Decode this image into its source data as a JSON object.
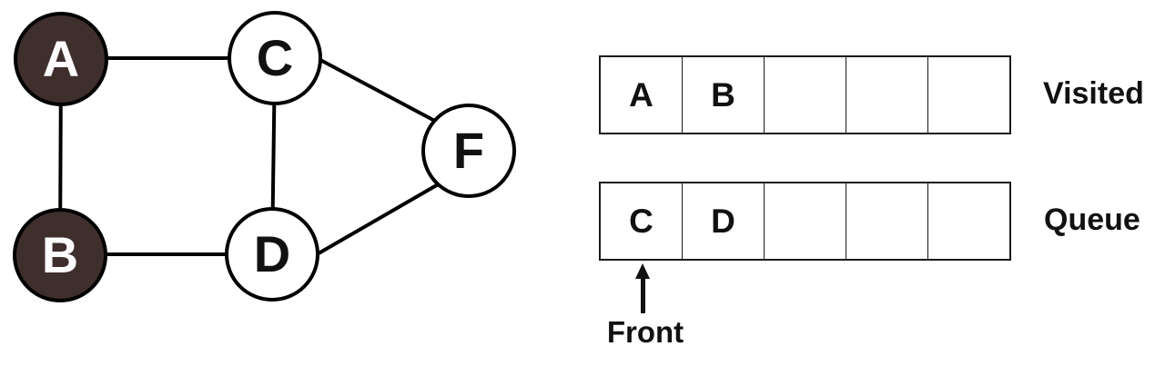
{
  "graph": {
    "nodes": [
      {
        "id": "A",
        "label": "A",
        "state": "visited"
      },
      {
        "id": "B",
        "label": "B",
        "state": "visited"
      },
      {
        "id": "C",
        "label": "C",
        "state": "unvisited"
      },
      {
        "id": "D",
        "label": "D",
        "state": "unvisited"
      },
      {
        "id": "F",
        "label": "F",
        "state": "unvisited"
      }
    ],
    "edges": [
      "A-C",
      "A-B",
      "B-D",
      "C-D",
      "C-F",
      "D-F"
    ],
    "colors": {
      "visited_fill": "#3E2F2D",
      "visited_text": "#FCFCFC",
      "unvisited_fill": "#FFFFFF",
      "unvisited_text": "#111111",
      "stroke": "#000000"
    }
  },
  "visited_array": {
    "label": "Visited",
    "cells": [
      "A",
      "B",
      "",
      "",
      ""
    ]
  },
  "queue_array": {
    "label": "Queue",
    "cells": [
      "C",
      "D",
      "",
      "",
      ""
    ]
  },
  "front_pointer": {
    "label": "Front",
    "points_to_index": 0
  }
}
